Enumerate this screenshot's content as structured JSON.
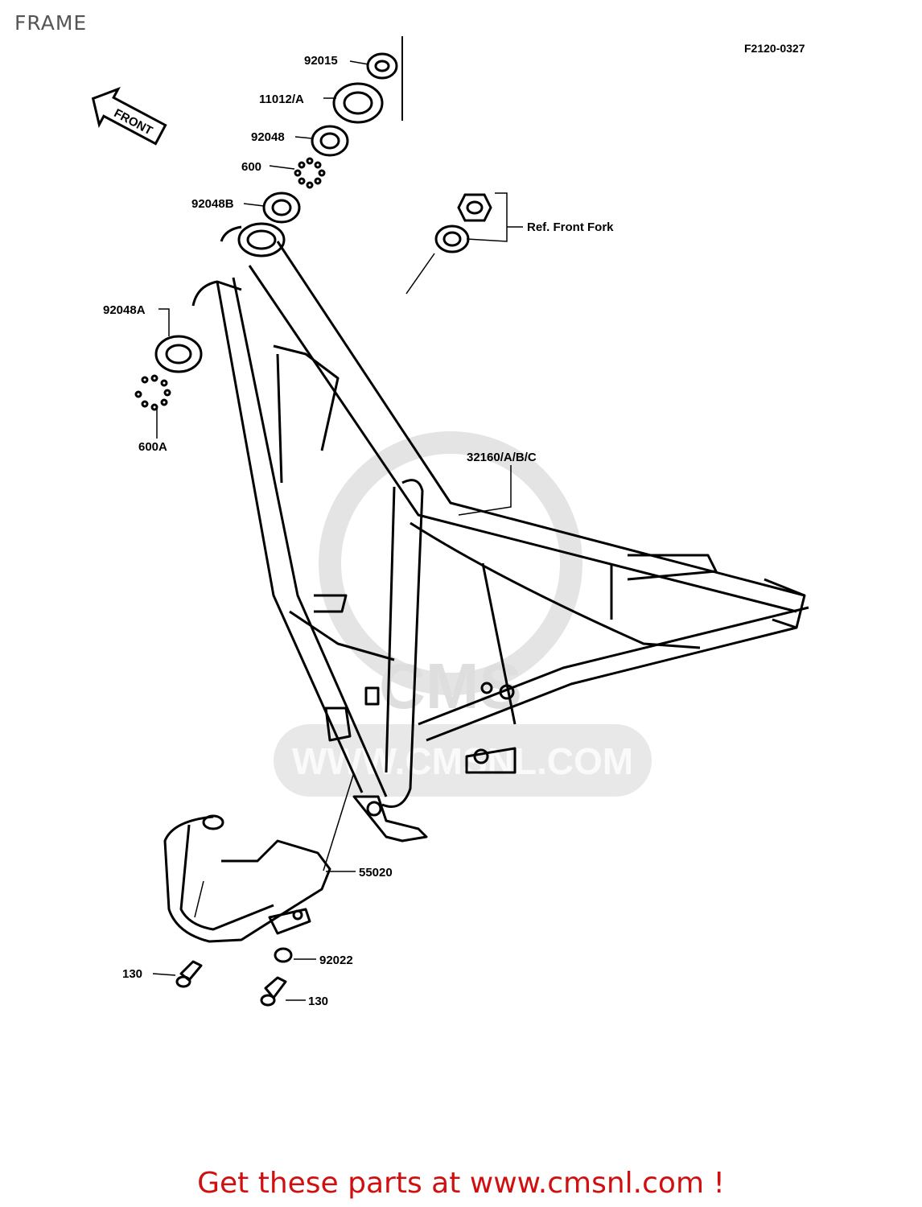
{
  "header": {
    "title": "FRAME",
    "diagram_code": "F2120-0327"
  },
  "direction_arrow": {
    "label": "FRONT"
  },
  "callouts": {
    "c92015": "92015",
    "c11012": "11012/A",
    "c92048": "92048",
    "c600": "600",
    "c92048b": "92048B",
    "c92048a": "92048A",
    "c600a": "600A",
    "c32160": "32160/A/B/C",
    "c55020": "55020",
    "c92022": "92022",
    "c130_left": "130",
    "c130_right": "130",
    "ref_front_fork": "Ref. Front Fork"
  },
  "watermark": {
    "text": "WWW.CMSNL.COM",
    "brand": "CMS"
  },
  "footer": {
    "text": "Get these parts at www.cmsnl.com !"
  },
  "colors": {
    "footer": "#d01010",
    "watermark": "#dedede",
    "lines": "#000000"
  }
}
